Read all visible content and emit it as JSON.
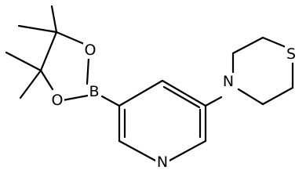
{
  "molecule": {
    "atoms": {
      "N_pyridine": "N",
      "N_thiomorpholine": "N",
      "S_thiomorpholine": "S",
      "B_boronate": "B",
      "O_upper": "O",
      "O_lower": "O"
    },
    "bond_color": "#000000",
    "background": "#ffffff"
  }
}
